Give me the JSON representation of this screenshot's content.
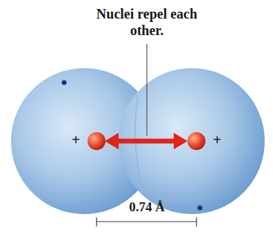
{
  "diagram": {
    "labels": [
      "Nuclei repel each other.",
      "+",
      "+",
      "0.74 Å"
    ]
  }
}
